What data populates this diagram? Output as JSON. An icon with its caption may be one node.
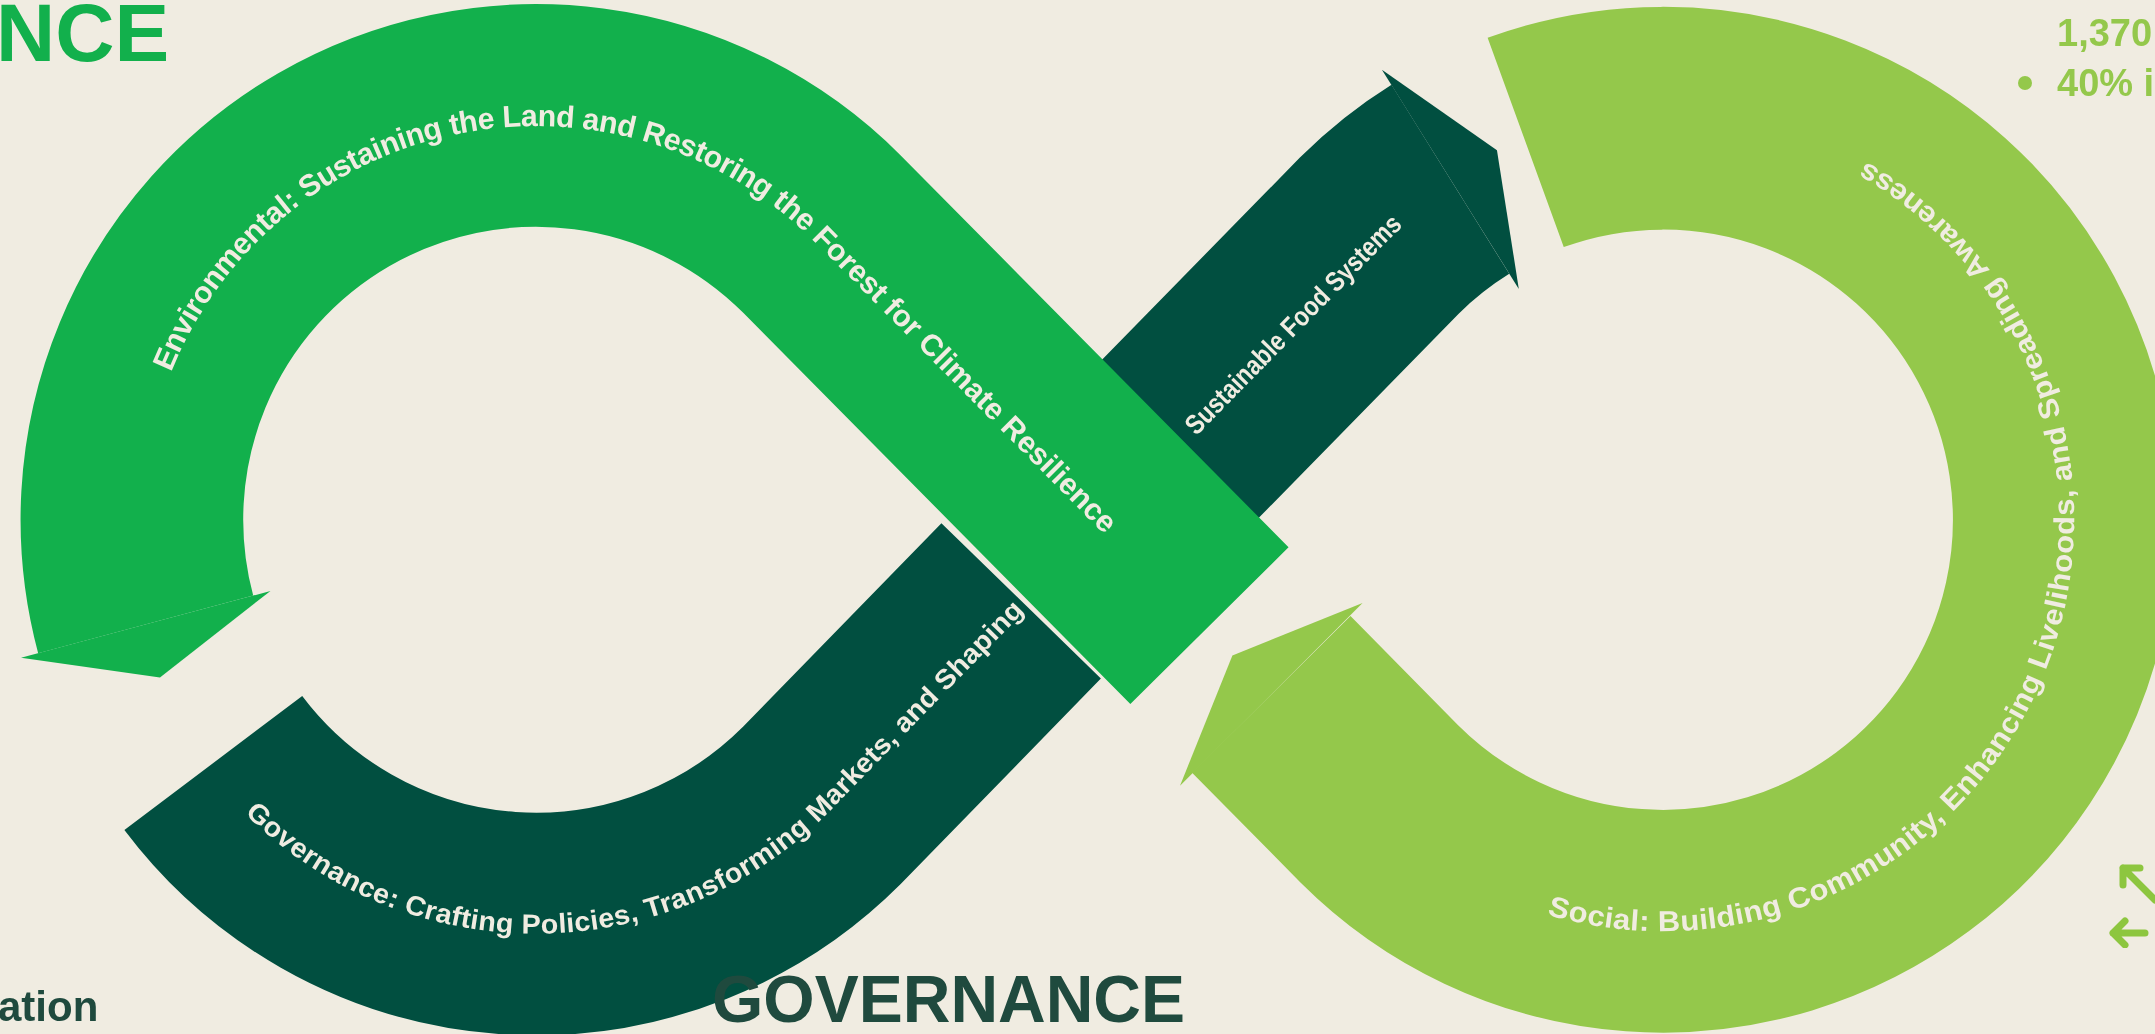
{
  "diagram": {
    "nodes": [
      {
        "text": [
          "Environmental: Sustaining the Land and Restoring the Forest for Climate Resilience"
        ]
      },
      {
        "text": [
          "Governance: Crafting Policies, Transforming Markets, and Shaping"
        ]
      },
      {
        "text": [
          "Sustainable Food Systems"
        ]
      },
      {
        "text": [
          "Social: Building Community, Enhancing Livelihoods, and Spreading Awareness"
        ]
      }
    ],
    "labels": [
      "NCE",
      "1,370",
      "40% i",
      "ation",
      "GOVERNANCE"
    ]
  }
}
